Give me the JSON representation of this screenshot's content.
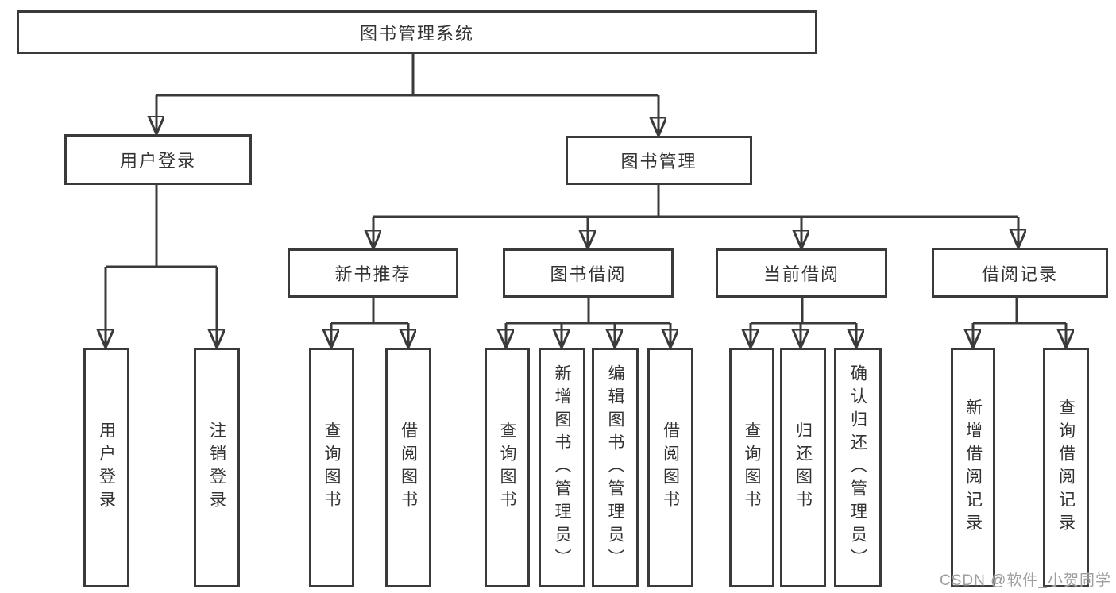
{
  "diagram": {
    "root": {
      "label": "图书管理系统"
    },
    "level1": [
      {
        "label": "用户登录"
      },
      {
        "label": "图书管理"
      }
    ],
    "level2": [
      {
        "label": "新书推荐"
      },
      {
        "label": "图书借阅"
      },
      {
        "label": "当前借阅"
      },
      {
        "label": "借阅记录"
      }
    ],
    "leaves": {
      "user_login": [
        "用户登录",
        "注销登录"
      ],
      "new_book_recommend": [
        "查询图书",
        "借阅图书"
      ],
      "book_borrow": [
        "查询图书",
        "新增图书（管理员）",
        "编辑图书（管理员）",
        "借阅图书"
      ],
      "current_borrow": [
        "查询图书",
        "归还图书",
        "确认归还（管理员）"
      ],
      "borrow_records": [
        "新增借阅记录",
        "查询借阅记录"
      ]
    }
  },
  "watermark": {
    "text": "CSDN @软件_小贺同学"
  },
  "colors": {
    "line": "#3a3a3a",
    "text": "#333333",
    "watermark": "#9e9e9e",
    "background": "#ffffff"
  }
}
